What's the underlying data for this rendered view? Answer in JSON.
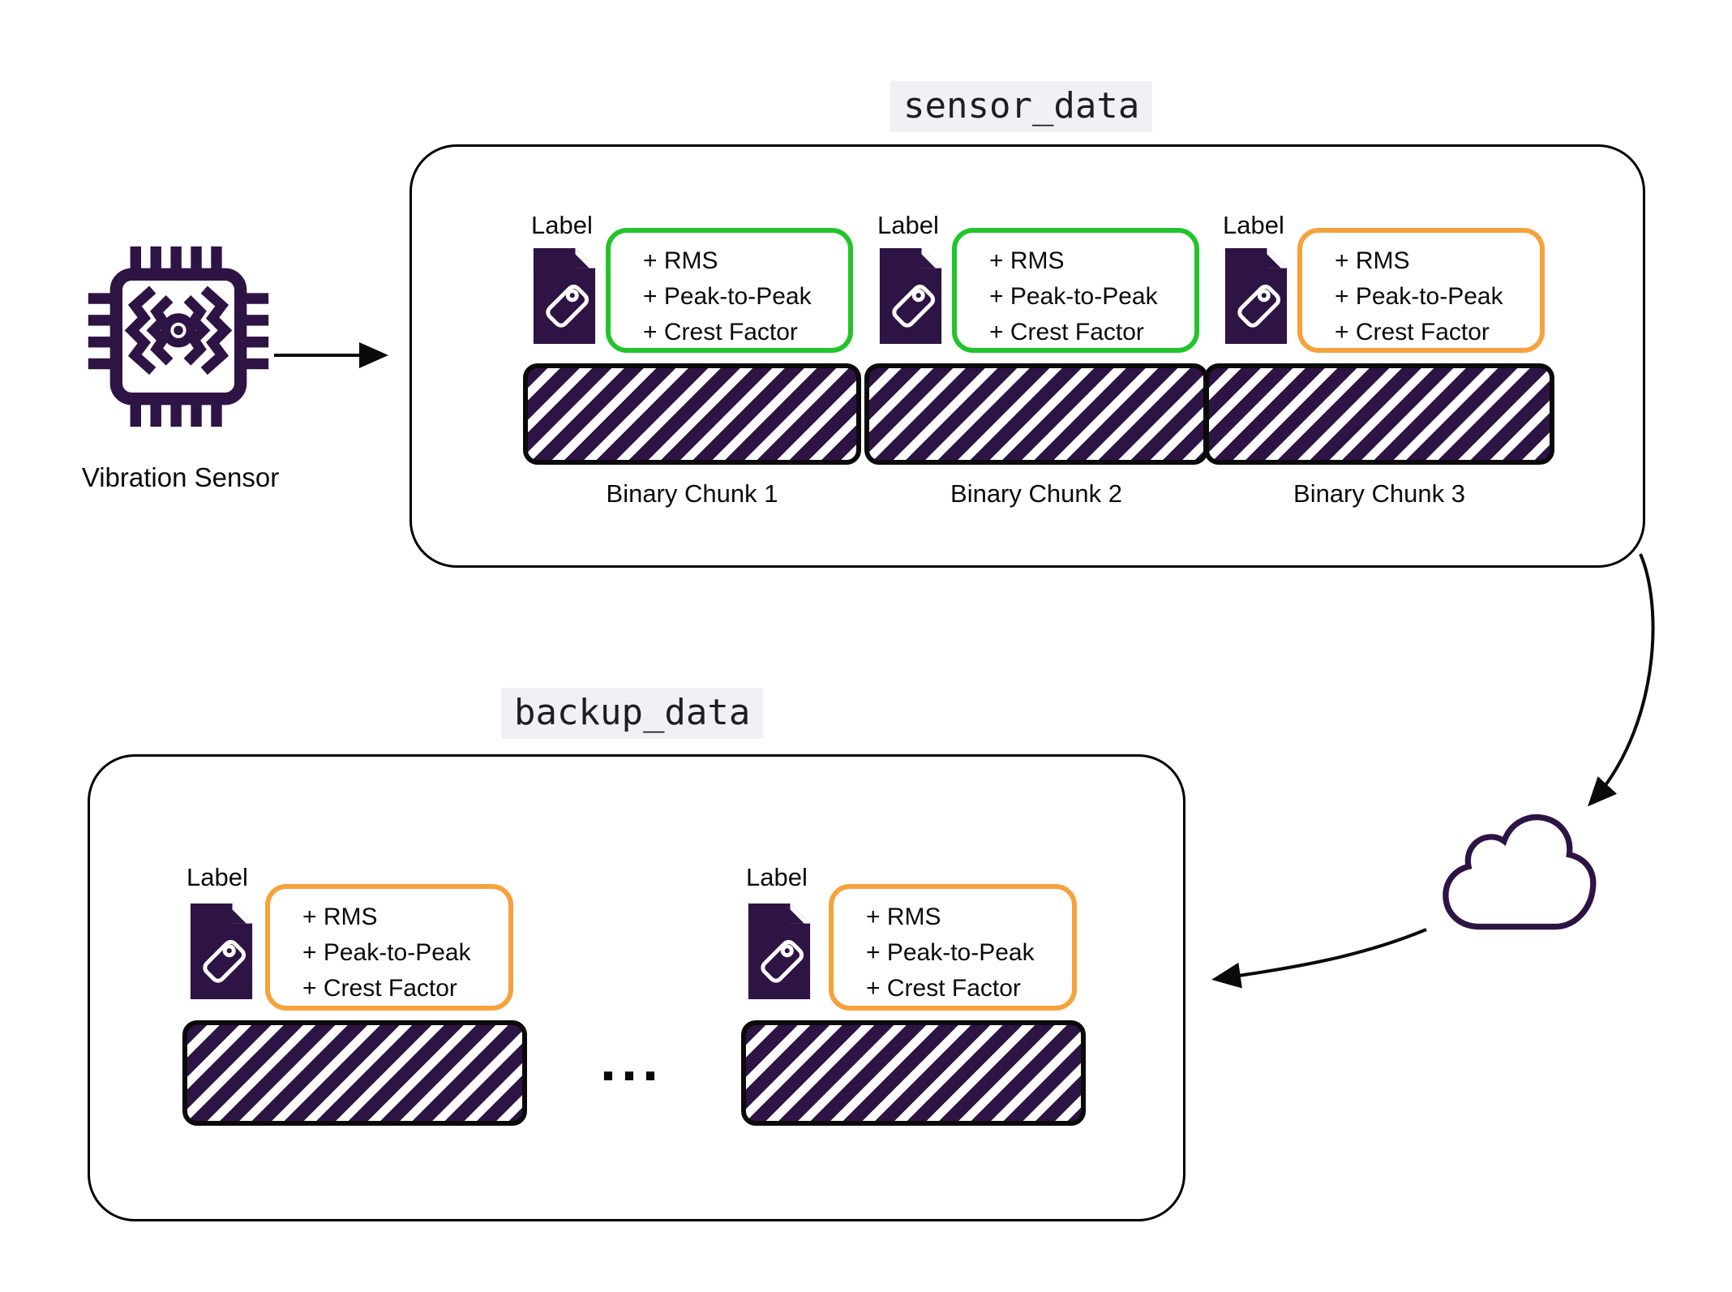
{
  "colors": {
    "purple": "#2e1444",
    "green": "#22c42c",
    "orange": "#f6a23c",
    "black": "#0a0a0a",
    "title_bg": "#f0f1f4"
  },
  "sensor_section": {
    "title": "sensor_data",
    "source_label": "Vibration Sensor",
    "groups": [
      {
        "label": "Label",
        "border": "green",
        "features": [
          "+ RMS",
          "+ Peak-to-Peak",
          "+ Crest Factor"
        ]
      },
      {
        "label": "Label",
        "border": "green",
        "features": [
          "+ RMS",
          "+ Peak-to-Peak",
          "+ Crest Factor"
        ]
      },
      {
        "label": "Label",
        "border": "orange",
        "features": [
          "+ RMS",
          "+ Peak-to-Peak",
          "+ Crest Factor"
        ]
      }
    ],
    "chunks": [
      {
        "label": "Binary Chunk 1"
      },
      {
        "label": "Binary Chunk 2"
      },
      {
        "label": "Binary Chunk 3"
      }
    ]
  },
  "backup_section": {
    "title": "backup_data",
    "ellipsis": "...",
    "groups": [
      {
        "label": "Label",
        "border": "orange",
        "features": [
          "+ RMS",
          "+ Peak-to-Peak",
          "+ Crest Factor"
        ]
      },
      {
        "label": "Label",
        "border": "orange",
        "features": [
          "+ RMS",
          "+ Peak-to-Peak",
          "+ Crest Factor"
        ]
      }
    ]
  },
  "icons": {
    "chip": "vibration-sensor-chip-icon",
    "tag_document": "label-tag-document-icon",
    "cloud": "cloud-icon",
    "arrows": [
      "sensor-to-data-arrow",
      "data-to-cloud-arrow",
      "cloud-to-backup-arrow"
    ]
  }
}
